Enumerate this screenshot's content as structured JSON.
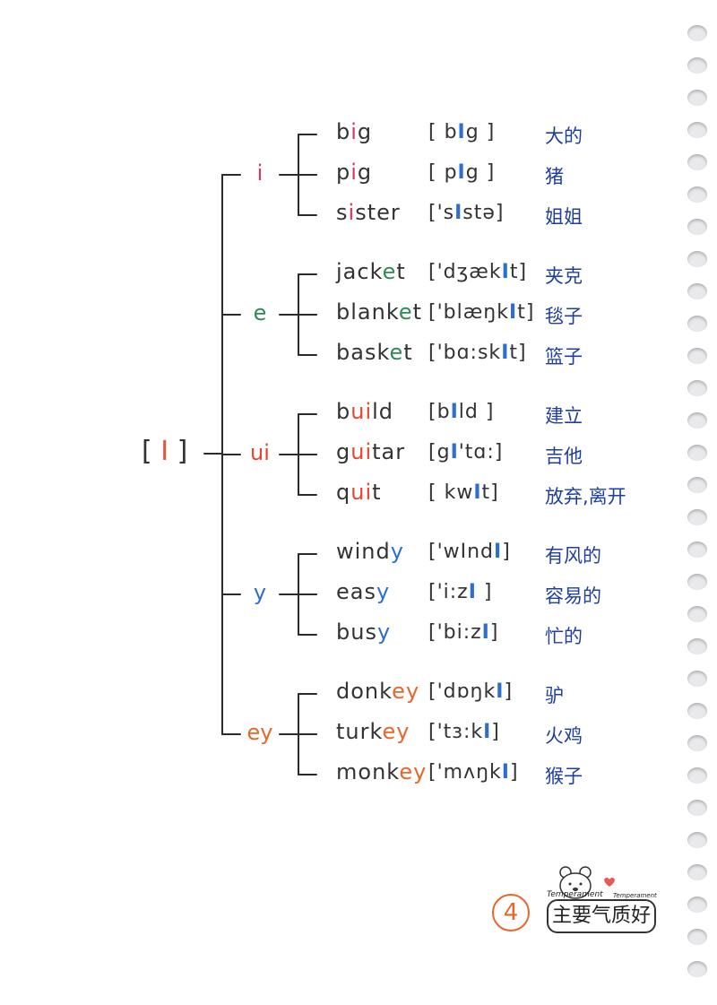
{
  "root": {
    "open": "[",
    "sound": "I",
    "close": "]"
  },
  "colors": {
    "i": "#e0325a",
    "e": "#2e8b57",
    "ui": "#e8462a",
    "y": "#2b6fd0",
    "ey": "#e8662a",
    "cn": "#1f3f9e",
    "line": "#2a2a2a"
  },
  "groups": [
    {
      "letters": "i",
      "color": "#e0325a",
      "words": [
        {
          "pre": "b",
          "hl": "i",
          "post": "g",
          "ipa_pre": "[ b",
          "ipa_hl": "I",
          "ipa_post": "g ]",
          "cn": "大的"
        },
        {
          "pre": "p",
          "hl": "i",
          "post": "g",
          "ipa_pre": "[ p",
          "ipa_hl": "I",
          "ipa_post": "g ]",
          "cn": "猪"
        },
        {
          "pre": "s",
          "hl": "i",
          "post": "ster",
          "ipa_pre": "['s",
          "ipa_hl": "I",
          "ipa_post": "stə]",
          "cn": "姐姐"
        }
      ]
    },
    {
      "letters": "e",
      "color": "#2e8b57",
      "words": [
        {
          "pre": "jack",
          "hl": "e",
          "post": "t",
          "ipa_pre": "['dʒæk",
          "ipa_hl": "I",
          "ipa_post": "t]",
          "cn": "夹克"
        },
        {
          "pre": "blank",
          "hl": "e",
          "post": "t",
          "ipa_pre": "['blæŋk",
          "ipa_hl": "I",
          "ipa_post": "t]",
          "cn": "毯子"
        },
        {
          "pre": "bask",
          "hl": "e",
          "post": "t",
          "ipa_pre": "['bɑ:sk",
          "ipa_hl": "I",
          "ipa_post": "t]",
          "cn": "篮子"
        }
      ]
    },
    {
      "letters": "ui",
      "color": "#e8462a",
      "words": [
        {
          "pre": "b",
          "hl": "ui",
          "post": "ld",
          "ipa_pre": "[b",
          "ipa_hl": "I",
          "ipa_post": "ld ]",
          "cn": "建立"
        },
        {
          "pre": "g",
          "hl": "ui",
          "post": "tar",
          "ipa_pre": "[g",
          "ipa_hl": "I",
          "ipa_post": "'tɑ:]",
          "cn": "吉他"
        },
        {
          "pre": "q",
          "hl": "ui",
          "post": "t",
          "ipa_pre": "[ kw",
          "ipa_hl": "I",
          "ipa_post": "t]",
          "cn": "放弃,离开"
        }
      ]
    },
    {
      "letters": "y",
      "color": "#2b6fd0",
      "words": [
        {
          "pre": "wind",
          "hl": "y",
          "post": "",
          "ipa_pre": "['wInd",
          "ipa_hl": "I",
          "ipa_post": "]",
          "cn": "有风的"
        },
        {
          "pre": "eas",
          "hl": "y",
          "post": "",
          "ipa_pre": "['i:z",
          "ipa_hl": "I",
          "ipa_post": " ]",
          "cn": "容易的"
        },
        {
          "pre": "bus",
          "hl": "y",
          "post": "",
          "ipa_pre": "['bi:z",
          "ipa_hl": "I",
          "ipa_post": "]",
          "cn": "忙的"
        }
      ]
    },
    {
      "letters": "ey",
      "color": "#e8662a",
      "words": [
        {
          "pre": "donk",
          "hl": "ey",
          "post": "",
          "ipa_pre": "['dɒŋk",
          "ipa_hl": "I",
          "ipa_post": "]",
          "cn": "驴"
        },
        {
          "pre": "turk",
          "hl": "ey",
          "post": "",
          "ipa_pre": "['tɜ:k",
          "ipa_hl": "I",
          "ipa_post": "]",
          "cn": "火鸡"
        },
        {
          "pre": "monk",
          "hl": "ey",
          "post": "",
          "ipa_pre": "['mʌŋk",
          "ipa_hl": "I",
          "ipa_post": "]",
          "cn": "猴子"
        }
      ]
    }
  ],
  "page_number": "4",
  "stamp": {
    "text": "主要气质好",
    "tag": "Temperament",
    "tag2": "Temperament"
  }
}
